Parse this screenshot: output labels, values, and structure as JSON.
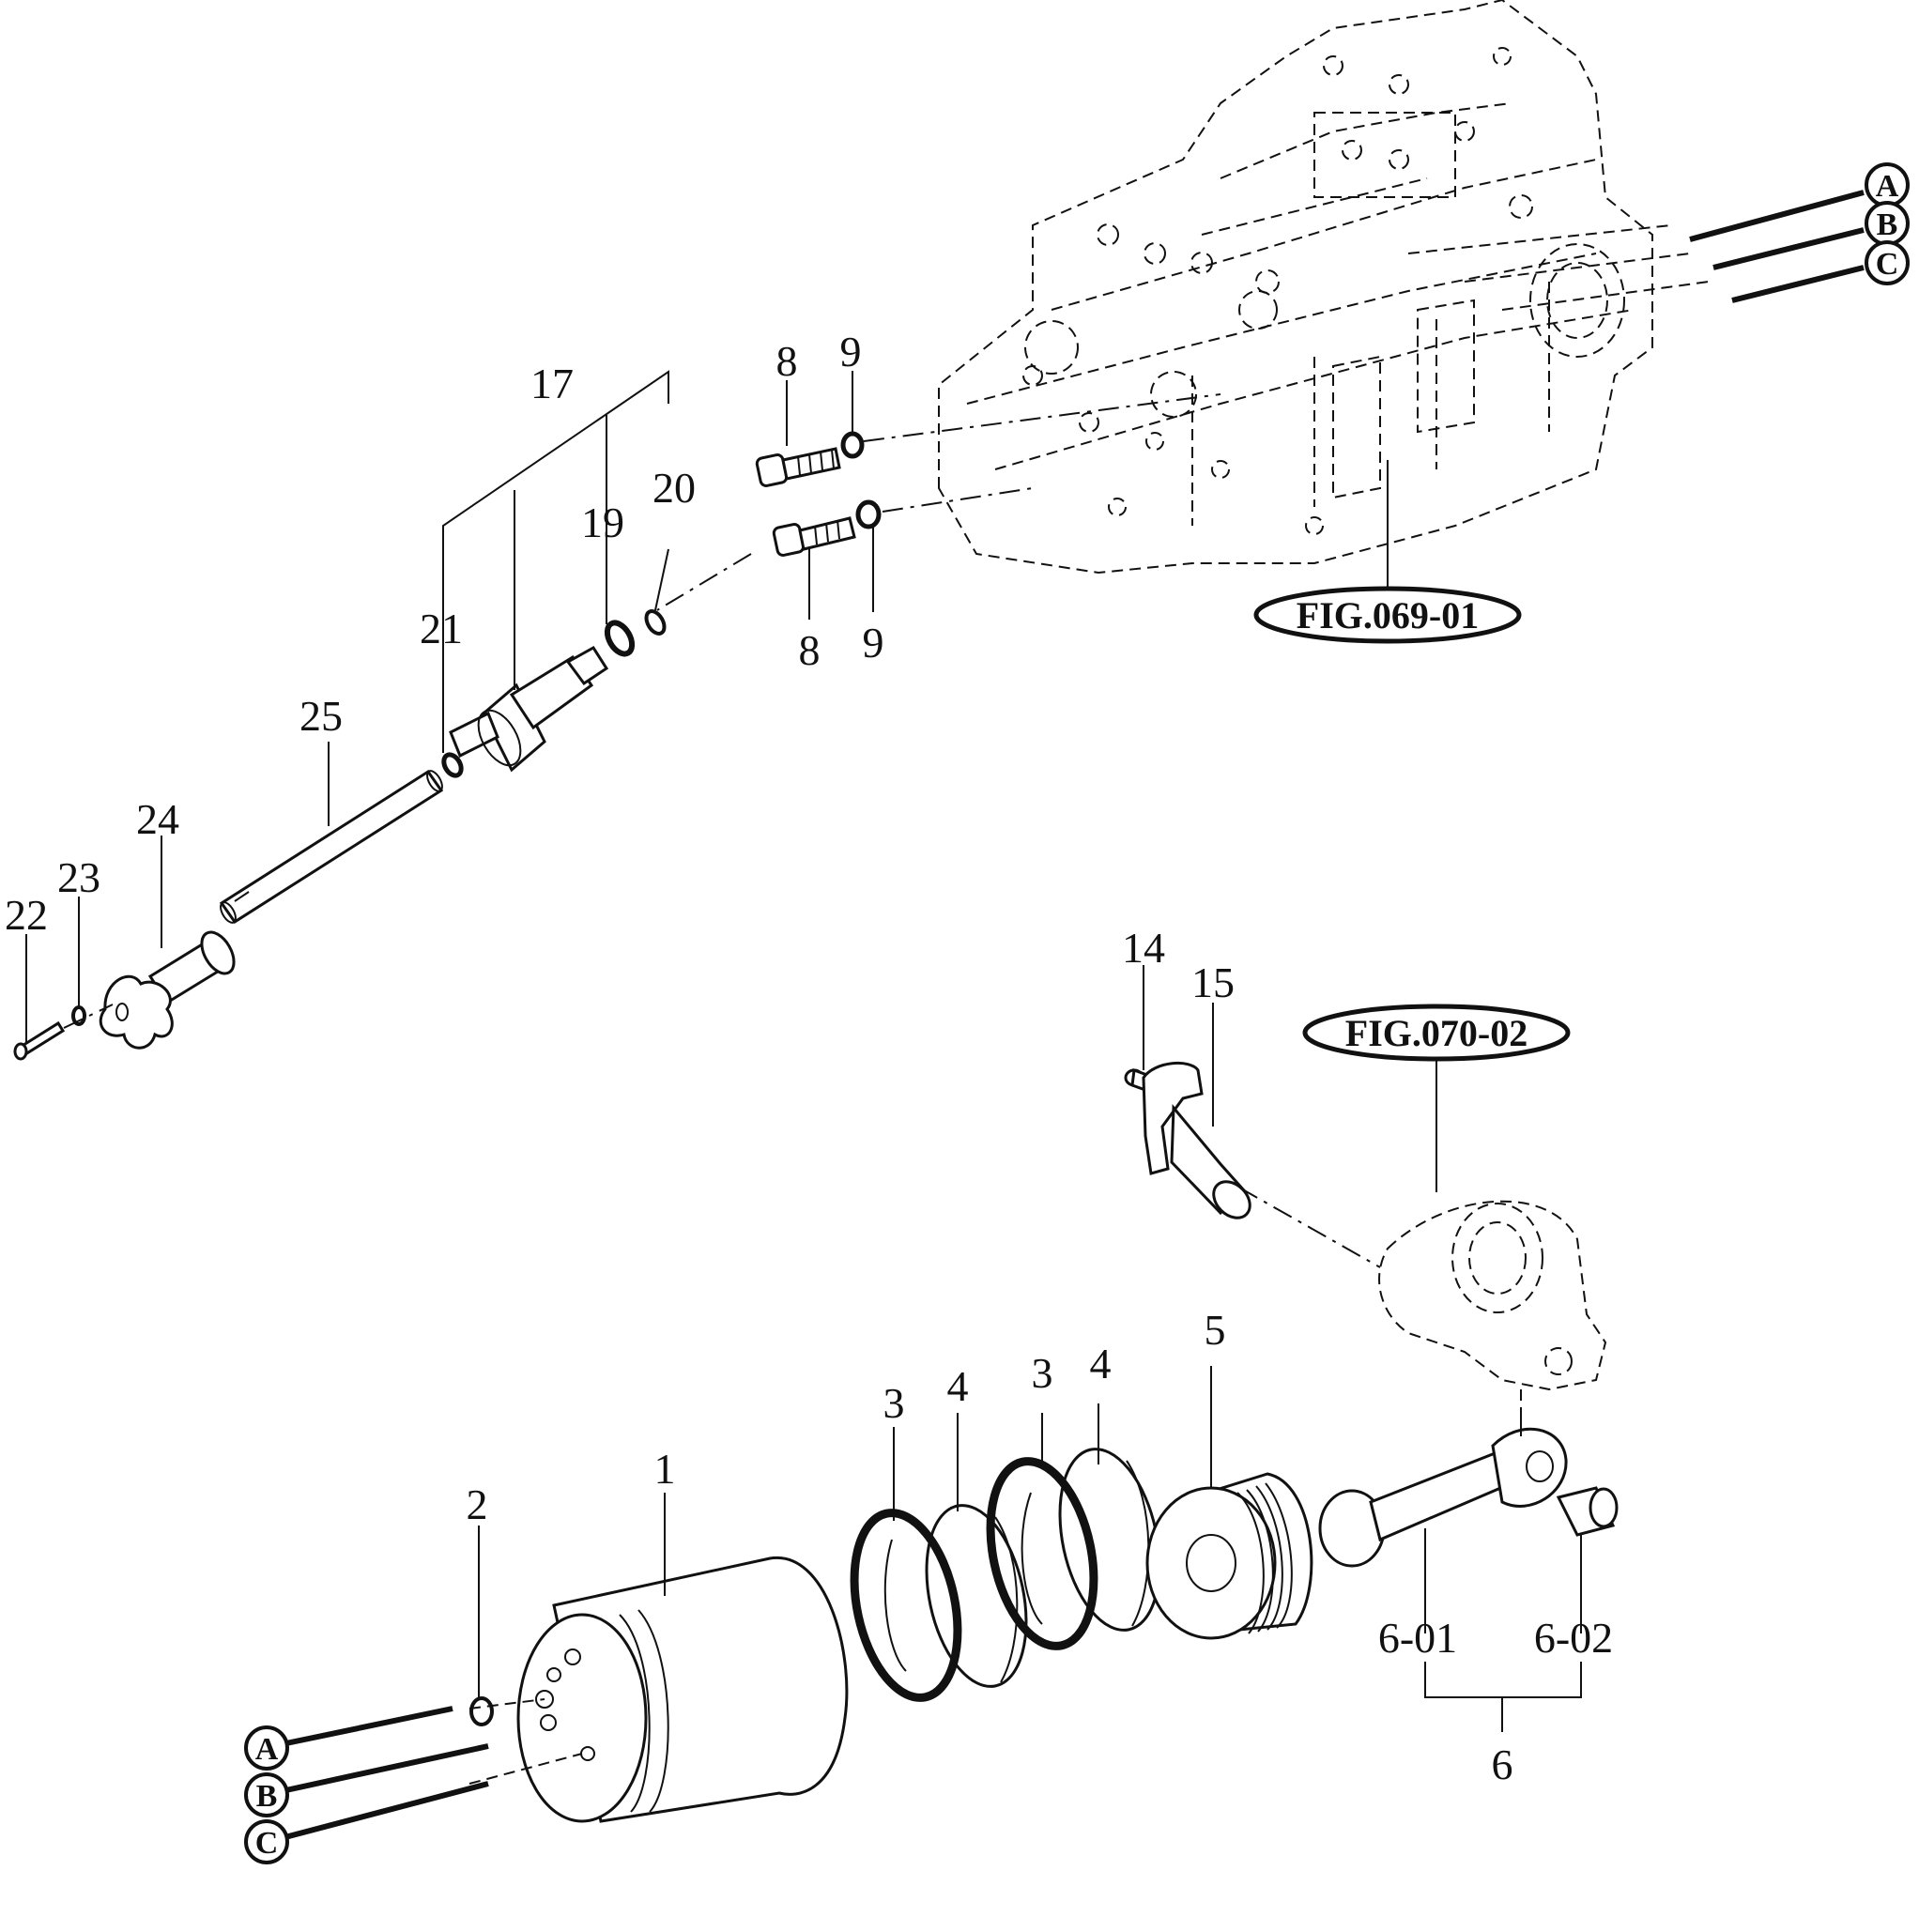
{
  "figure_refs": {
    "housing": "FIG.069-01",
    "lift_arm": "FIG.070-02"
  },
  "port_markers": [
    "A",
    "B",
    "C"
  ],
  "callouts": {
    "p1": "1",
    "p2": "2",
    "p3a": "3",
    "p3b": "3",
    "p4a": "4",
    "p4b": "4",
    "p5": "5",
    "p6": "6",
    "p6_01": "6-01",
    "p6_02": "6-02",
    "p8a": "8",
    "p8b": "8",
    "p9a": "9",
    "p9b": "9",
    "p14": "14",
    "p15": "15",
    "p17": "17",
    "p19": "19",
    "p20": "20",
    "p21": "21",
    "p22": "22",
    "p23": "23",
    "p24": "24",
    "p25": "25"
  }
}
